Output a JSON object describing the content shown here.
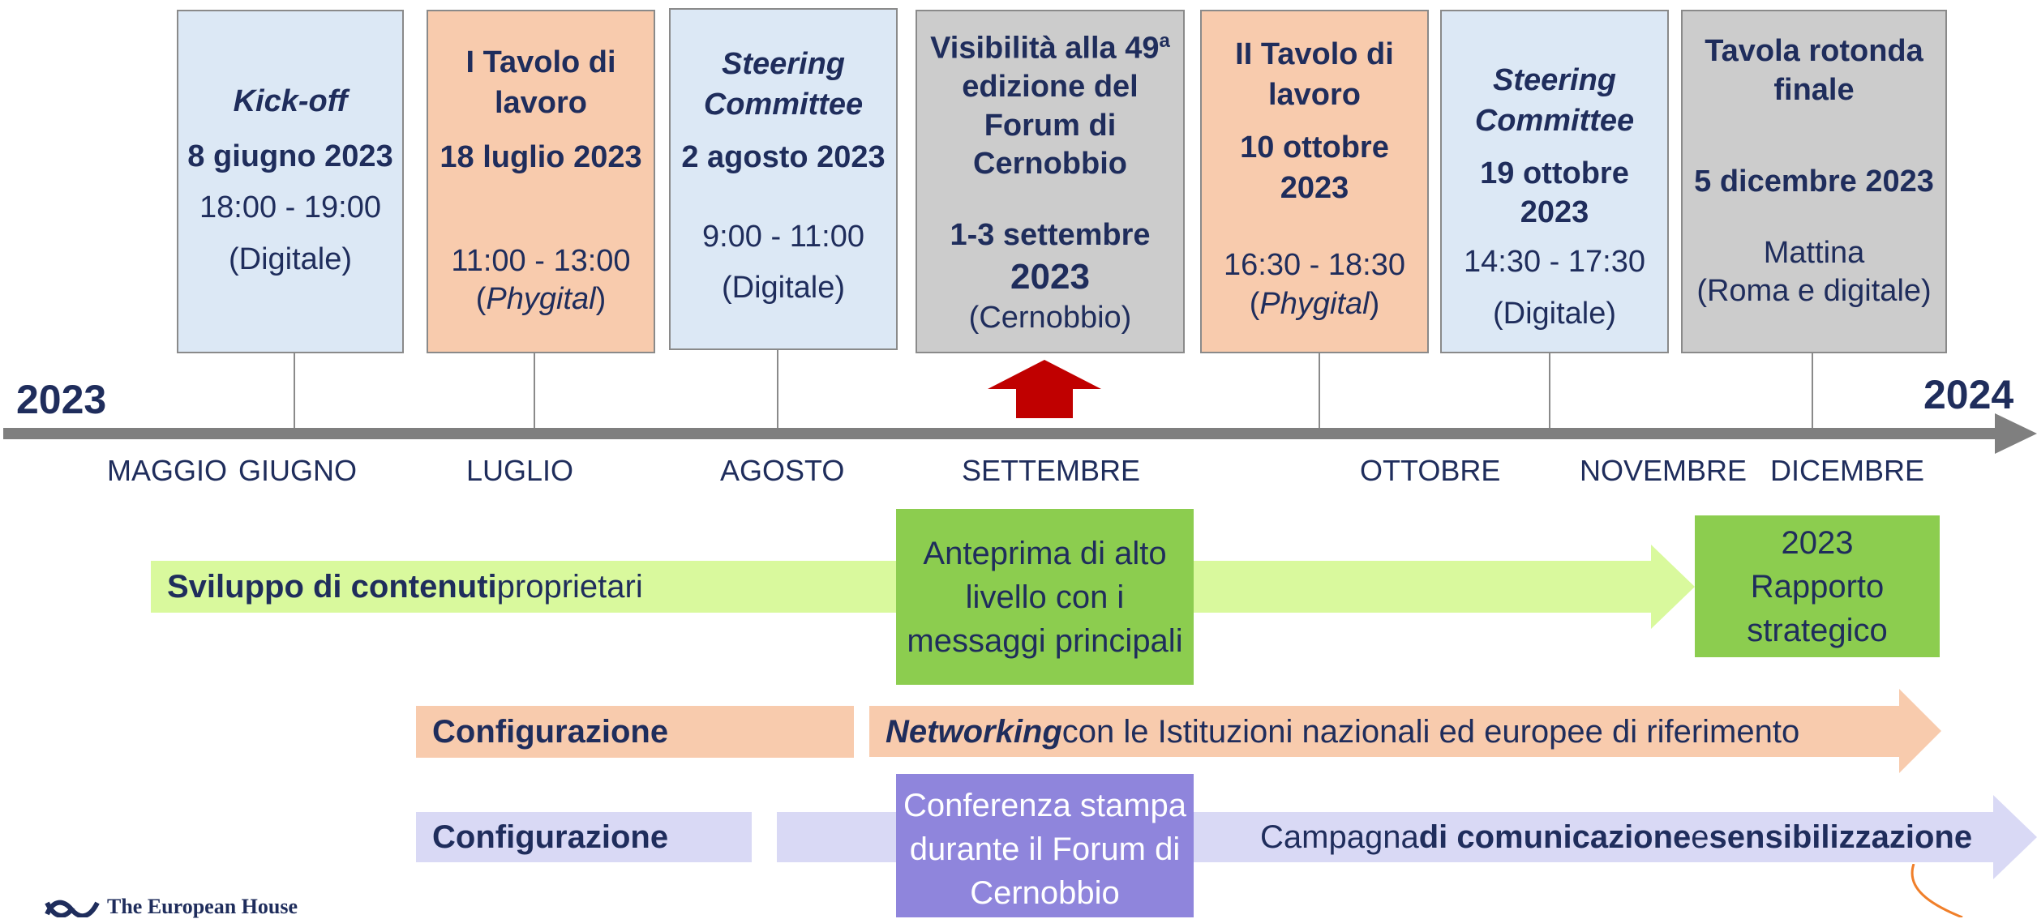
{
  "events": [
    {
      "title": "Kick-off",
      "date": "8 giugno 2023",
      "time": "18:00 - 19:00",
      "mode": "(Digitale)"
    },
    {
      "title_line1": "I Tavolo di",
      "title_line2": "lavoro",
      "date": "18 luglio 2023",
      "time": "11:00 - 13:00",
      "mode_open": "(",
      "mode_italic": "Phygital",
      "mode_close": ")"
    },
    {
      "title_line1": "Steering",
      "title_line2": "Committee",
      "date": "2 agosto 2023",
      "time": "9:00 - 11:00",
      "mode": "(Digitale)"
    },
    {
      "title_line1": "Visibilità alla 49",
      "title_sup": "a",
      "title_line2": "edizione del",
      "title_line3": "Forum di",
      "title_line4": "Cernobbio",
      "date_line1": "1-3 settembre",
      "date_line2": "2023",
      "mode": "(Cernobbio)"
    },
    {
      "title_line1": "II Tavolo di",
      "title_line2": "lavoro",
      "date_line1": "10 ottobre",
      "date_line2": "2023",
      "time": "16:30 - 18:30",
      "mode_open": "(",
      "mode_italic": "Phygital",
      "mode_close": ")"
    },
    {
      "title_line1": "Steering",
      "title_line2": "Committee",
      "date": "19 ottobre 2023",
      "time": "14:30 - 17:30",
      "mode": "(Digitale)"
    },
    {
      "title_line1": "Tavola rotonda",
      "title_line2": "finale",
      "date": "5 dicembre 2023",
      "time": "Mattina",
      "mode": "(Roma e digitale)"
    }
  ],
  "timeline": {
    "start_year": "2023",
    "end_year": "2024",
    "months": [
      "MAGGIO",
      "GIUGNO",
      "LUGLIO",
      "AGOSTO",
      "SETTEMBRE",
      "OTTOBRE",
      "NOVEMBRE",
      "DICEMBRE"
    ]
  },
  "tracks": {
    "content": {
      "bold": "Sviluppo di contenuti",
      "rest": " proprietari"
    },
    "preview": {
      "line1": "Anteprima di alto",
      "line2": "livello con i",
      "line3": "messaggi principali"
    },
    "report": {
      "line1": "2023",
      "line2": "Rapporto",
      "line3": "strategico"
    },
    "networking_config": "Configurazione",
    "networking": {
      "italic_bold": "Networking",
      "rest": " con le Istituzioni nazionali ed europee di riferimento"
    },
    "comms_config": "Configurazione",
    "press": {
      "line1": "Conferenza stampa",
      "line2": "durante il Forum di",
      "line3": "Cernobbio"
    },
    "campaign": {
      "pre": "Campagna ",
      "b1": "di comunicazione",
      "mid": " e ",
      "b2": "sensibilizzazione"
    }
  },
  "logo": {
    "text": "The European House"
  },
  "colors": {
    "blue_box": "#dce8f5",
    "peach_box": "#f8cbad",
    "grey_box": "#cccccc",
    "light_green": "#d9f99d",
    "green": "#8ccd4f",
    "lavender": "#d9d9f5",
    "purple": "#8f85dc",
    "red_arrow": "#c00000",
    "navy_text": "#1f2d5c"
  }
}
